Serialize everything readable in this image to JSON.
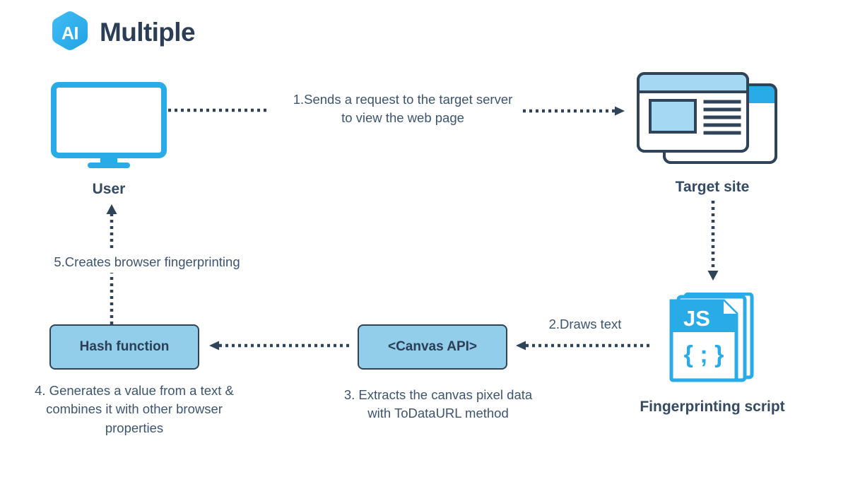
{
  "brand": {
    "mark_text": "AI",
    "word": "Multiple",
    "mark_color": "#29abe8",
    "word_color": "#2c3e56"
  },
  "theme": {
    "accent_blue": "#29abe8",
    "light_blue_fill": "#92cdea",
    "navy_stroke": "#2f4459",
    "text_navy": "#344a63",
    "caption_color": "#3d5470",
    "background": "#ffffff"
  },
  "nodes": {
    "user": {
      "label": "User",
      "icon": "monitor-icon"
    },
    "target_site": {
      "label": "Target site",
      "icon": "browser-windows-icon"
    },
    "fingerprinting_script": {
      "label": "Fingerprinting script",
      "icon": "js-file-icon",
      "file_type": "JS",
      "code_glyph": "{ ; }"
    },
    "canvas_api": {
      "label": "<Canvas API>"
    },
    "hash_function": {
      "label": "Hash function"
    }
  },
  "steps": {
    "step1": {
      "line1": "1.Sends a request to the target server",
      "line2": "to view the web page"
    },
    "step2": {
      "line1": "2.Draws text"
    },
    "step3": {
      "line1": "3. Extracts the canvas pixel data",
      "line2": "with ToDataURL method"
    },
    "step4": {
      "line1": "4. Generates a value from a text &",
      "line2": "combines it with other browser",
      "line3": "properties"
    },
    "step5": {
      "line1": "5.Creates browser fingerprinting"
    }
  },
  "connectors": {
    "user_to_target": {
      "style": "dotted",
      "direction": "right",
      "arrowhead": true
    },
    "target_to_script": {
      "style": "dotted",
      "direction": "down",
      "arrowhead": true
    },
    "script_to_canvas": {
      "style": "dotted",
      "direction": "left",
      "arrowhead": true
    },
    "canvas_to_hash": {
      "style": "dotted",
      "direction": "left",
      "arrowhead": true
    },
    "hash_to_user": {
      "style": "dotted",
      "direction": "up",
      "arrowhead": true
    }
  }
}
